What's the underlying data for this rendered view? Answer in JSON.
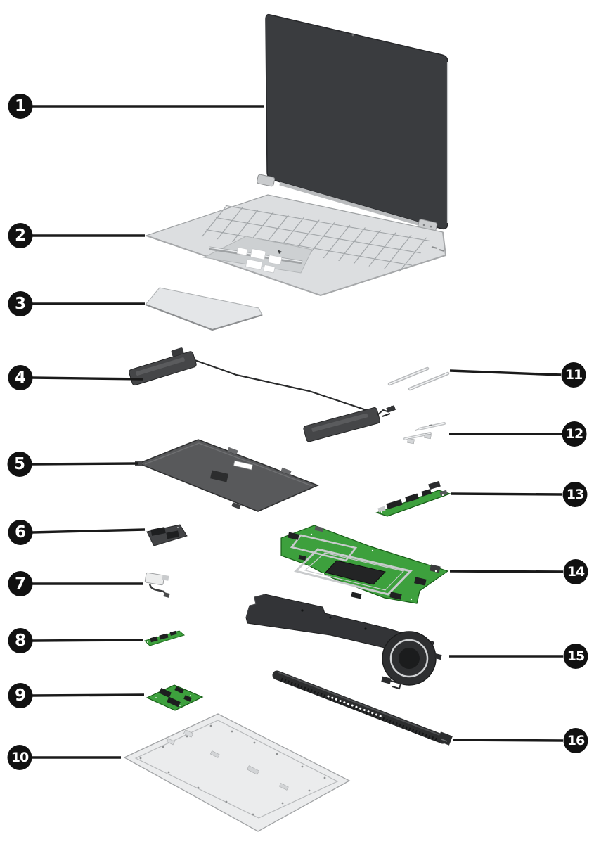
{
  "figure": {
    "type": "exploded-parts-diagram",
    "subject": "laptop-service-illustration",
    "background": "#ffffff",
    "colors": {
      "callout_bg": "#111111",
      "callout_text": "#ffffff",
      "leader_line": "#1a1a1a",
      "display_dark": "#3a3c3f",
      "top_cover_gray": "#dcdee0",
      "touchpad_gray": "#e4e6e8",
      "speaker_dark": "#454648",
      "battery_gray": "#58595b",
      "bottom_cover_gray": "#ebeced",
      "pcb_green": "#3da03d",
      "chip_dark": "#202122",
      "silver": "#c8cacc",
      "heatsink_dark": "#333437",
      "vent_strip_dark": "#2c2d2e"
    },
    "callouts": [
      {
        "number": "1",
        "part": "display-assembly",
        "side": "left"
      },
      {
        "number": "2",
        "part": "keyboard-top-cover",
        "side": "left"
      },
      {
        "number": "3",
        "part": "touchpad",
        "side": "left"
      },
      {
        "number": "4",
        "part": "speaker-kit",
        "side": "left"
      },
      {
        "number": "5",
        "part": "battery",
        "side": "left"
      },
      {
        "number": "6",
        "part": "dark-bracket",
        "side": "left"
      },
      {
        "number": "7",
        "part": "connector-with-cable",
        "side": "left"
      },
      {
        "number": "8",
        "part": "small-green-board",
        "side": "left"
      },
      {
        "number": "9",
        "part": "green-module-board",
        "side": "left"
      },
      {
        "number": "10",
        "part": "bottom-cover",
        "side": "left"
      },
      {
        "number": "11",
        "part": "flat-bracket-strips",
        "side": "right"
      },
      {
        "number": "12",
        "part": "small-brackets",
        "side": "right"
      },
      {
        "number": "13",
        "part": "io-board",
        "side": "right"
      },
      {
        "number": "14",
        "part": "system-board",
        "side": "right"
      },
      {
        "number": "15",
        "part": "fan-heat-sink",
        "side": "right"
      },
      {
        "number": "16",
        "part": "perforated-vent-strip",
        "side": "right"
      }
    ]
  }
}
